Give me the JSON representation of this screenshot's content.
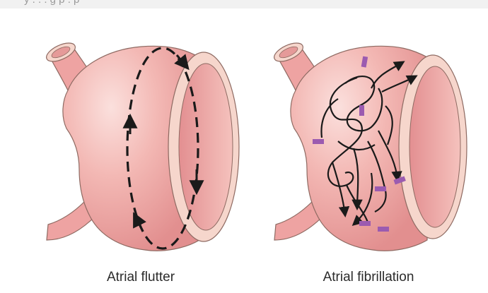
{
  "header": {
    "cropped_text": "y . . . g p . p"
  },
  "panels": [
    {
      "id": "flutter",
      "label": "Atrial flutter"
    },
    {
      "id": "fibrillation",
      "label": "Atrial fibrillation"
    }
  ],
  "colors": {
    "chamber_fill": "#eea3a2",
    "chamber_highlight": "#fbe0dd",
    "rim": "#f6d6cc",
    "outline": "#8e6a62",
    "arrow": "#1a1a1a",
    "ectopic_focus": "#9b5bb0"
  }
}
